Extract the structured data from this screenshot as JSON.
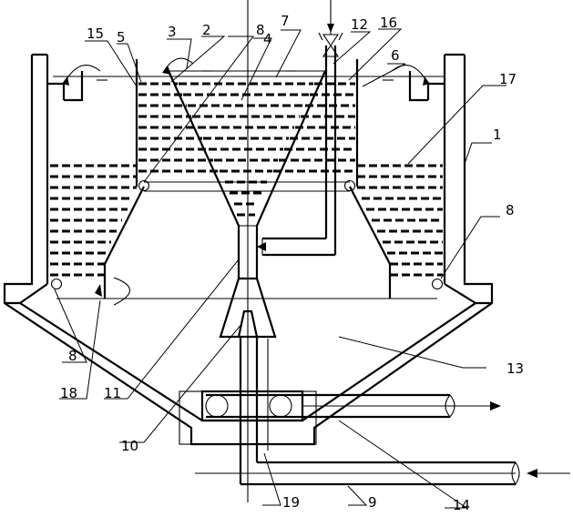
{
  "diagram": {
    "callouts": [
      {
        "id": "c1",
        "label": "1"
      },
      {
        "id": "c2",
        "label": "2"
      },
      {
        "id": "c3",
        "label": "3"
      },
      {
        "id": "c4",
        "label": "4"
      },
      {
        "id": "c5",
        "label": "5"
      },
      {
        "id": "c6",
        "label": "6"
      },
      {
        "id": "c7",
        "label": "7"
      },
      {
        "id": "c8a",
        "label": "8"
      },
      {
        "id": "c8b",
        "label": "8"
      },
      {
        "id": "c8c",
        "label": "8"
      },
      {
        "id": "c9",
        "label": "9"
      },
      {
        "id": "c10",
        "label": "10"
      },
      {
        "id": "c11",
        "label": "11"
      },
      {
        "id": "c12",
        "label": "12"
      },
      {
        "id": "c13",
        "label": "13"
      },
      {
        "id": "c14",
        "label": "14"
      },
      {
        "id": "c15",
        "label": "15"
      },
      {
        "id": "c16",
        "label": "16"
      },
      {
        "id": "c17",
        "label": "17"
      },
      {
        "id": "c18",
        "label": "18"
      },
      {
        "id": "c19",
        "label": "19"
      }
    ]
  }
}
